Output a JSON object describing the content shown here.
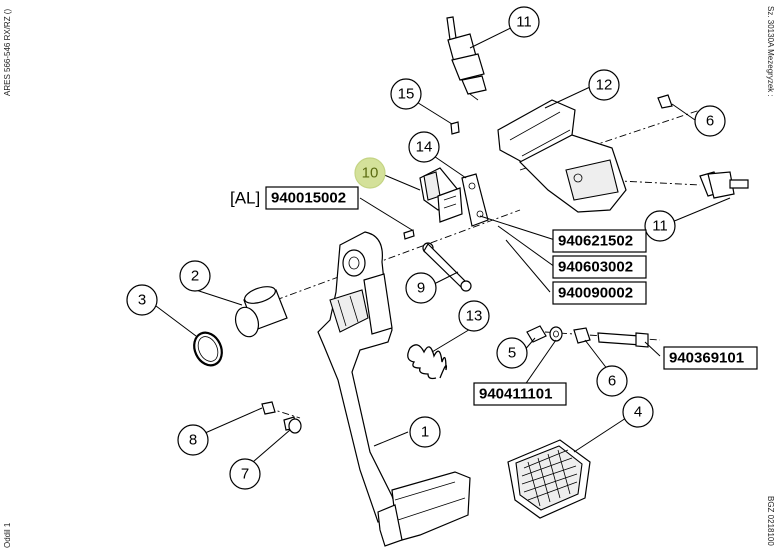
{
  "margins": {
    "left_top": "ARES 566-546 RX/RZ ()",
    "left_bottom": "Oddil 1",
    "right_top": "Sz. 30130A   Mezegryzek :",
    "right_bottom": "BGZ 0218100"
  },
  "callouts": [
    {
      "id": "c1",
      "label": "1"
    },
    {
      "id": "c2",
      "label": "2"
    },
    {
      "id": "c3",
      "label": "3"
    },
    {
      "id": "c4",
      "label": "4"
    },
    {
      "id": "c5",
      "label": "5"
    },
    {
      "id": "c6a",
      "label": "6"
    },
    {
      "id": "c6b",
      "label": "6"
    },
    {
      "id": "c7",
      "label": "7"
    },
    {
      "id": "c8",
      "label": "8"
    },
    {
      "id": "c9",
      "label": "9"
    },
    {
      "id": "c10",
      "label": "10",
      "highlighted": true
    },
    {
      "id": "c11a",
      "label": "11"
    },
    {
      "id": "c11b",
      "label": "11"
    },
    {
      "id": "c12",
      "label": "12"
    },
    {
      "id": "c13",
      "label": "13"
    },
    {
      "id": "c14",
      "label": "14"
    },
    {
      "id": "c15",
      "label": "15"
    }
  ],
  "part_numbers": {
    "p940015002": {
      "prefix": "[AL]",
      "number": "940015002"
    },
    "p940621502": {
      "number": "940621502"
    },
    "p940603002": {
      "number": "940603002"
    },
    "p940090002": {
      "number": "940090002"
    },
    "p940369101": {
      "number": "940369101"
    },
    "p940411101": {
      "number": "940411101"
    }
  },
  "colors": {
    "highlight_fill": "#d4e19a",
    "highlight_text": "#5a6a10",
    "ink": "#000000"
  }
}
